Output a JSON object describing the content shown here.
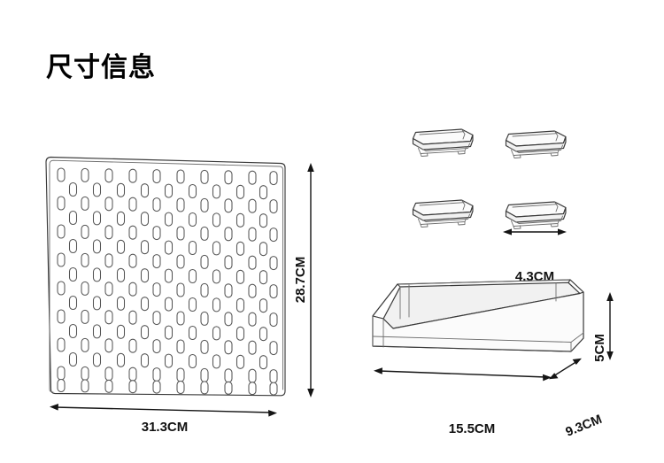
{
  "page": {
    "title": "尺寸信息",
    "background_color": "#ffffff",
    "line_color": "#3a3a3a",
    "text_color": "#111111"
  },
  "pegboard": {
    "name": "pegboard-panel",
    "rows": 16,
    "slots_per_odd_row": 10,
    "slots_per_even_row": 9,
    "slot_shape": "vertical-oval",
    "width_label": "31.3CM",
    "height_label": "28.7CM"
  },
  "clips": {
    "name": "mounting-clips",
    "count": 4,
    "layout": "2x2",
    "width_label": "4.3CM"
  },
  "tray": {
    "name": "storage-tray",
    "width_label": "15.5CM",
    "depth_label": "9.3CM",
    "height_label": "5CM"
  },
  "chart_data": {
    "type": "table",
    "title": "尺寸信息",
    "categories": [
      "Pegboard width",
      "Pegboard height",
      "Clip width",
      "Tray width",
      "Tray depth",
      "Tray height"
    ],
    "values": [
      31.3,
      28.7,
      4.3,
      15.5,
      9.3,
      5
    ],
    "unit": "CM",
    "labels": [
      "31.3CM",
      "28.7CM",
      "4.3CM",
      "15.5CM",
      "9.3CM",
      "5CM"
    ]
  }
}
